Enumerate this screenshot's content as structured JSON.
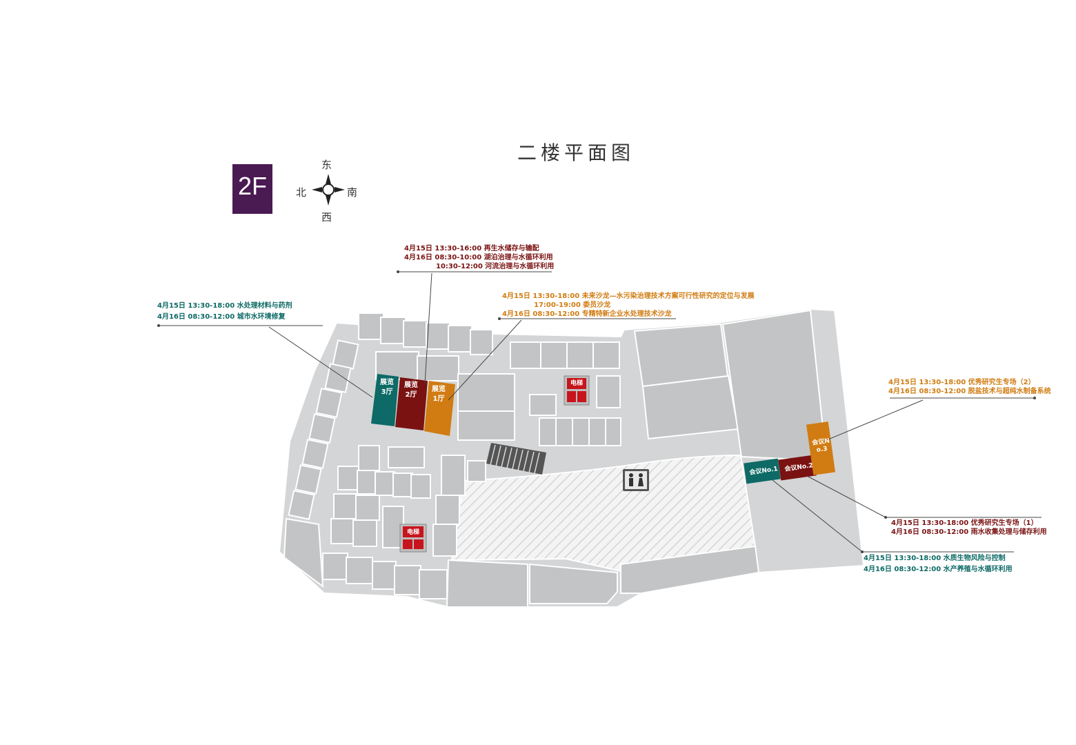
{
  "title": "二楼平面图",
  "floor_badge": "2F",
  "compass": {
    "north": "北",
    "east": "东",
    "south": "南",
    "west": "西"
  },
  "colors": {
    "teal": "#0d6a66",
    "maroon": "#7a1212",
    "orange": "#d07c12",
    "floor": "#4a1a52",
    "elevator": "#c8141c"
  },
  "annotations": {
    "hall3": {
      "line1": "4月15日   13:30-18:00 水处理材料与药剂",
      "line2": "4月16日   08:30-12:00 城市水环境修复"
    },
    "hall2": {
      "line1": "4月15日   13:30-16:00  再生水储存与输配",
      "line2": "4月16日   08:30-10:00  湖泊治理与水循环利用",
      "line3": "10:30-12:00  河流治理与水循环利用"
    },
    "hall1": {
      "line1": "4月15日   13:30-18:00 未来沙龙—水污染治理技术方案可行性研究的定位与发展",
      "line2": "17:00-19:00 委员沙龙",
      "line3": "4月16日   08:30-12:00 专精特新企业水处理技术沙龙"
    },
    "no3": {
      "line1": "4月15日   13:30-18:00 优秀研究生专场（2）",
      "line2": "4月16日   08:30-12:00 脱盐技术与超纯水制备系统"
    },
    "no2": {
      "line1": "4月15日   13:30-18:00 优秀研究生专场（1）",
      "line2": "4月16日   08:30-12:00 雨水收集处理与储存利用"
    },
    "no1": {
      "line1": "4月15日   13:30-18:00 水质生物风险与控制",
      "line2": "4月16日   08:30-12:00 水产养殖与水循环利用"
    }
  },
  "rooms": {
    "hall3": "展览3厅",
    "hall2": "展览2厅",
    "hall1": "展览1厅",
    "no1": "会议No.1",
    "no2": "会议No.2",
    "no3": "会议No.3",
    "elevator1": "电梯",
    "elevator2": "电梯"
  }
}
